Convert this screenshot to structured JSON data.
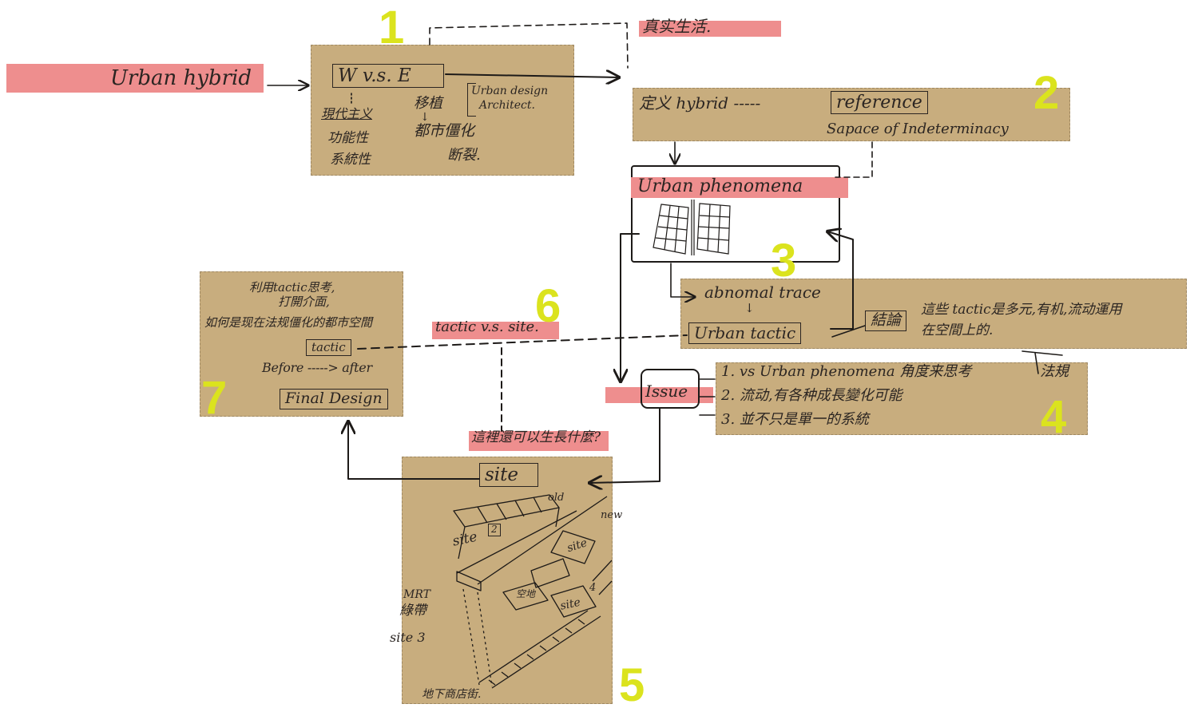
{
  "colors": {
    "panel": "#c8ad7e",
    "highlight": "#ee8e8e",
    "step_number": "#dbe31e",
    "ink": "#2b2522"
  },
  "input": {
    "label": "Urban hybrid"
  },
  "real_life": {
    "label": "真实生活."
  },
  "step1": {
    "number": "1",
    "compare": "W v.s. E",
    "w_items": [
      "現代主义",
      "功能性",
      "系統性"
    ],
    "e_items": [
      "移植",
      "都市僵化",
      "断裂."
    ],
    "e_arrow": "↓",
    "note": [
      "Urban design",
      "Architect."
    ]
  },
  "step2": {
    "number": "2",
    "define": "定义 hybrid -----",
    "reference": "reference",
    "space": "Sapace of Indeterminacy"
  },
  "step3": {
    "number": "3",
    "title": "Urban phenomena",
    "trace": "abnomal trace",
    "arrow": "↓",
    "tactic": "Urban tactic",
    "conclusion_label": "結論",
    "conclusion": [
      "這些 tactic是多元,有机,流动運用",
      "在空間上的."
    ]
  },
  "issue": {
    "label": "Issue"
  },
  "step4": {
    "number": "4",
    "items": [
      "1. vs Urban phenomena 角度来思考",
      "2. 流动,有各种成長變化可能",
      "3. 並不只是單一的系統"
    ],
    "side_note": "法規"
  },
  "step5": {
    "number": "5",
    "question": "這裡還可以生長什麼?",
    "site": "site",
    "sketch_labels": {
      "old": "old",
      "new": "new",
      "site2": "site",
      "site2_num": "2",
      "site1": "site",
      "vacant": "空地",
      "site4": "site",
      "site4_num": "4",
      "mrt": "MRT",
      "green_belt": "綠帶",
      "site3": "site 3",
      "underground": "地下商店街."
    }
  },
  "step6": {
    "number": "6",
    "label": "tactic v.s. site."
  },
  "step7": {
    "number": "7",
    "lines": [
      "利用tactic思考,",
      "打開介面,",
      "如何是现在法规僵化的都市空間"
    ],
    "tactic": "tactic",
    "before_after": "Before -----> after",
    "final": "Final Design"
  }
}
